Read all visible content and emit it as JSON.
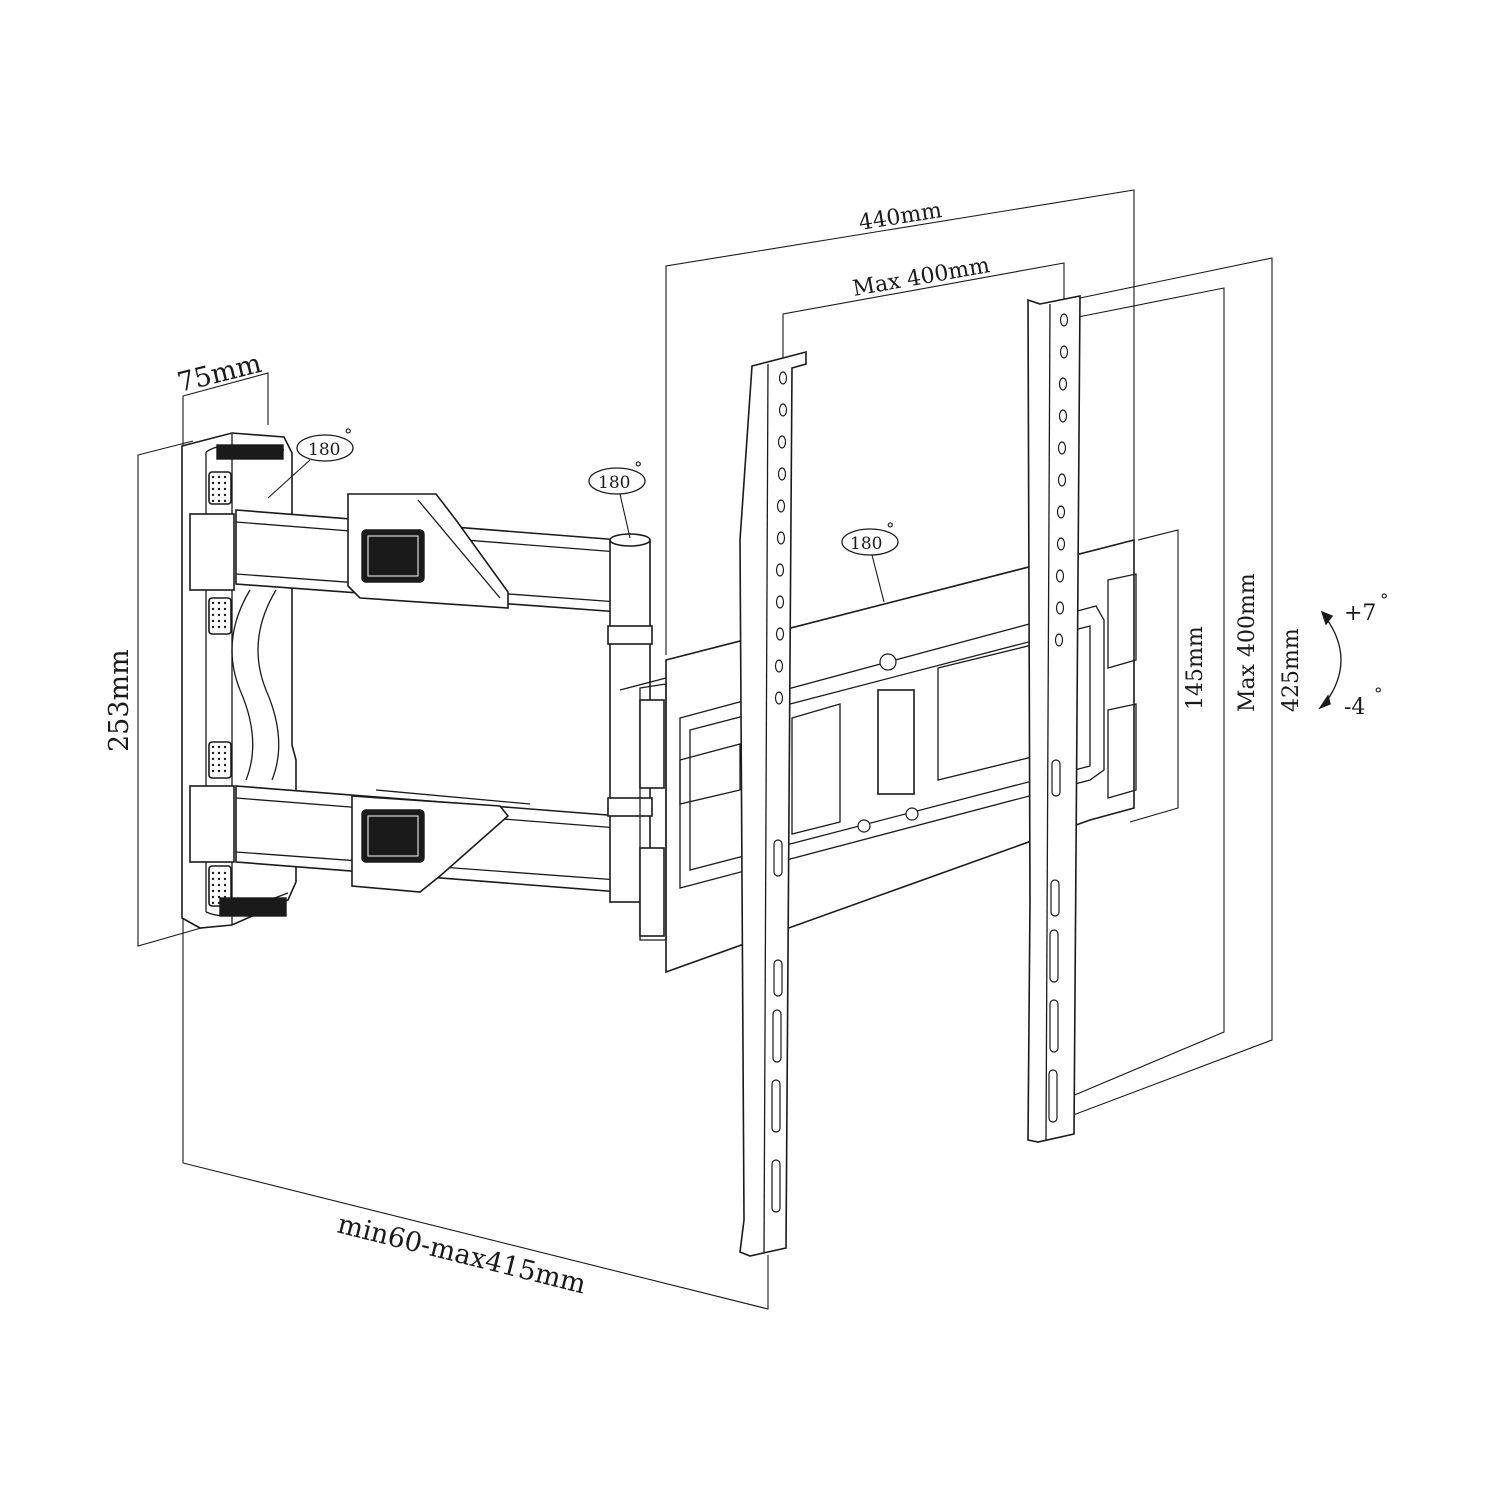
{
  "dimensions": {
    "plate_width": "75mm",
    "plate_height": "253mm",
    "extension": "min60-max415mm",
    "bracket_width": "440mm",
    "vesa_horizontal": "Max 400mm",
    "vesa_vertical": "Max 400mm",
    "bracket_height": "425mm",
    "frame_height": "145mm"
  },
  "rotation": {
    "wall_swivel": "180",
    "arm_swivel": "180",
    "head_rotation": "180",
    "degree_mark": "°"
  },
  "tilt": {
    "up": "+7",
    "down": "-4",
    "degree_mark": "°"
  }
}
